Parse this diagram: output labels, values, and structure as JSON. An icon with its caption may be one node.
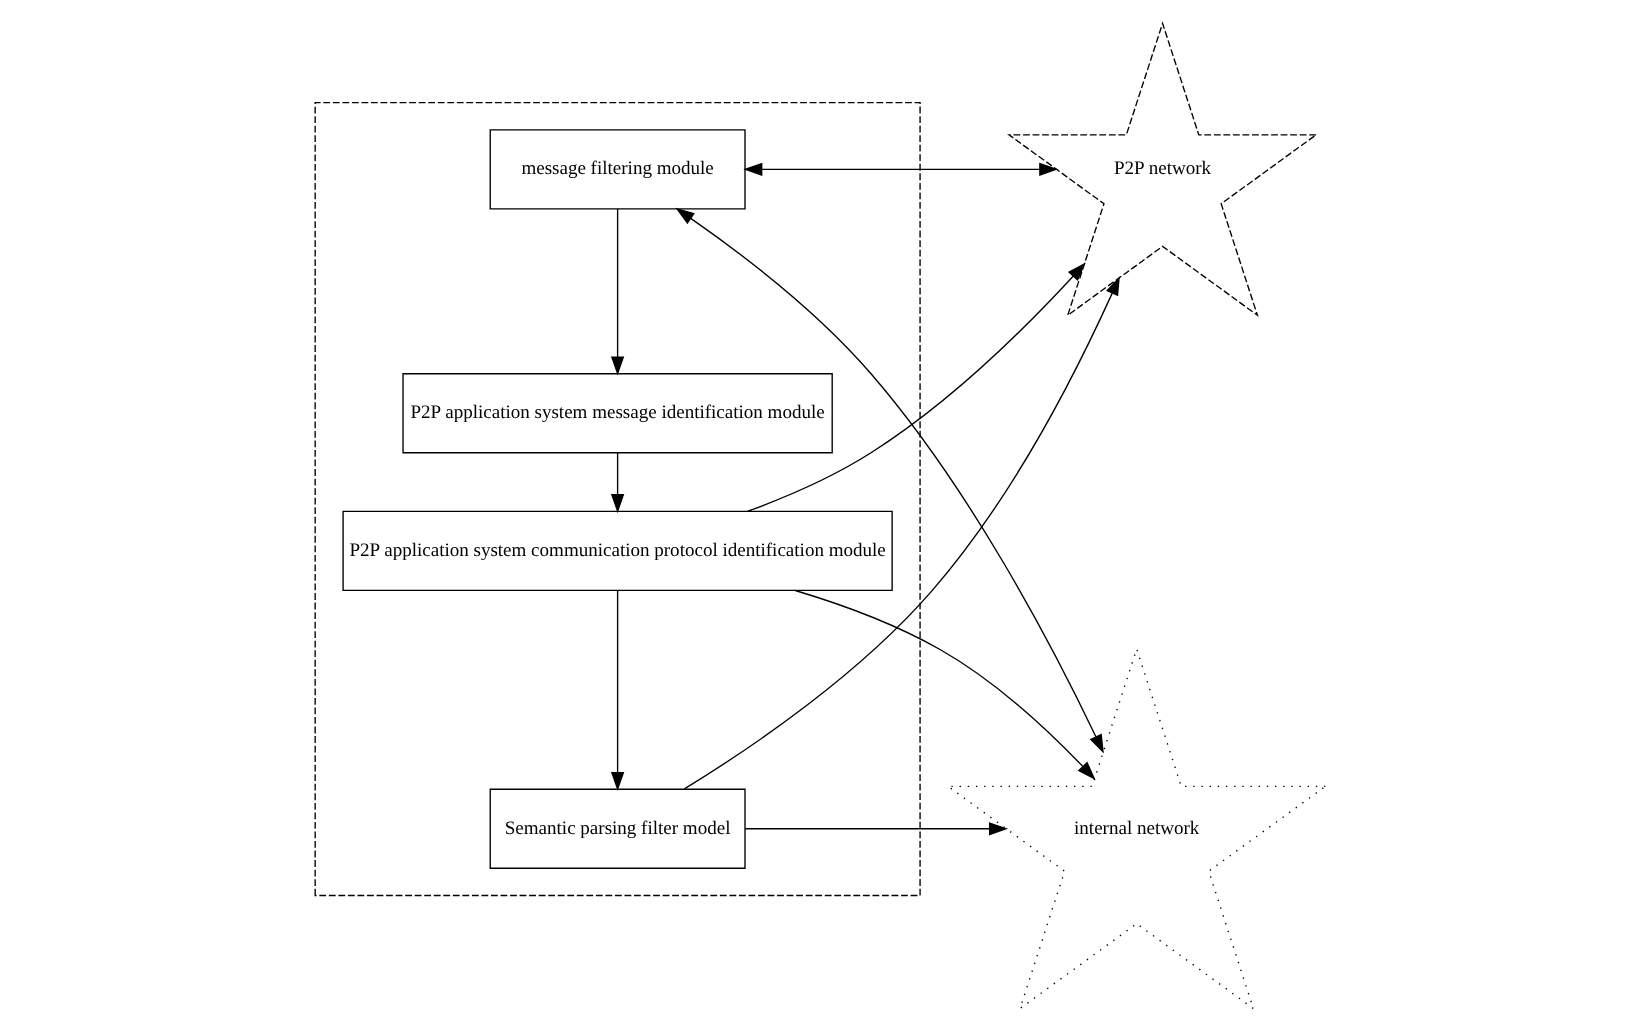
{
  "diagram": {
    "nodes": [
      {
        "text": [],
        "shape": "box"
      },
      {
        "text": [
          "message filtering module"
        ],
        "in": 0
      },
      {
        "text": [
          "P2P application system message identification module"
        ],
        "in": 0
      },
      {
        "text": [
          "P2P application system communication protocol identification module"
        ],
        "in": 0
      },
      {
        "text": [
          "Semantic parsing filter model"
        ],
        "in": 0
      },
      {
        "text": [
          "P2P network"
        ]
      },
      {
        "text": [
          "internal network"
        ]
      }
    ],
    "edges": [
      {
        "from": 1,
        "to": 5,
        "arrow": "both"
      },
      {
        "from": 1,
        "to": 2,
        "arrow": "to"
      },
      {
        "from": 2,
        "to": 3,
        "arrow": "to"
      },
      {
        "from": 3,
        "to": 4,
        "arrow": "to"
      },
      {
        "from": 6,
        "to": 1,
        "arrow": "both"
      },
      {
        "from": 3,
        "to": 5,
        "arrow": "to"
      },
      {
        "from": 3,
        "to": 6,
        "arrow": "to"
      },
      {
        "from": 4,
        "to": 5,
        "arrow": "to"
      },
      {
        "from": 4,
        "to": 6,
        "arrow": "to"
      }
    ]
  }
}
